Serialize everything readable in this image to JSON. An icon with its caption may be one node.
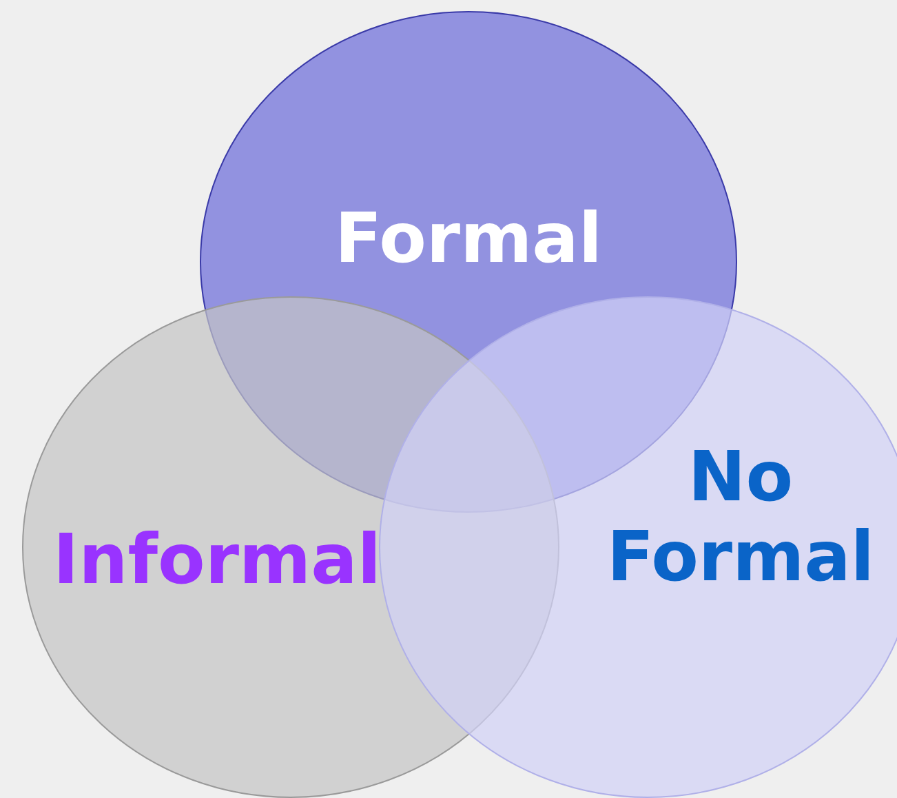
{
  "diagram": {
    "nodes": [
      {
        "text": [
          "Formal"
        ]
      },
      {
        "text": [
          "Informal"
        ]
      },
      {
        "text": [
          "No Formal"
        ]
      }
    ]
  }
}
